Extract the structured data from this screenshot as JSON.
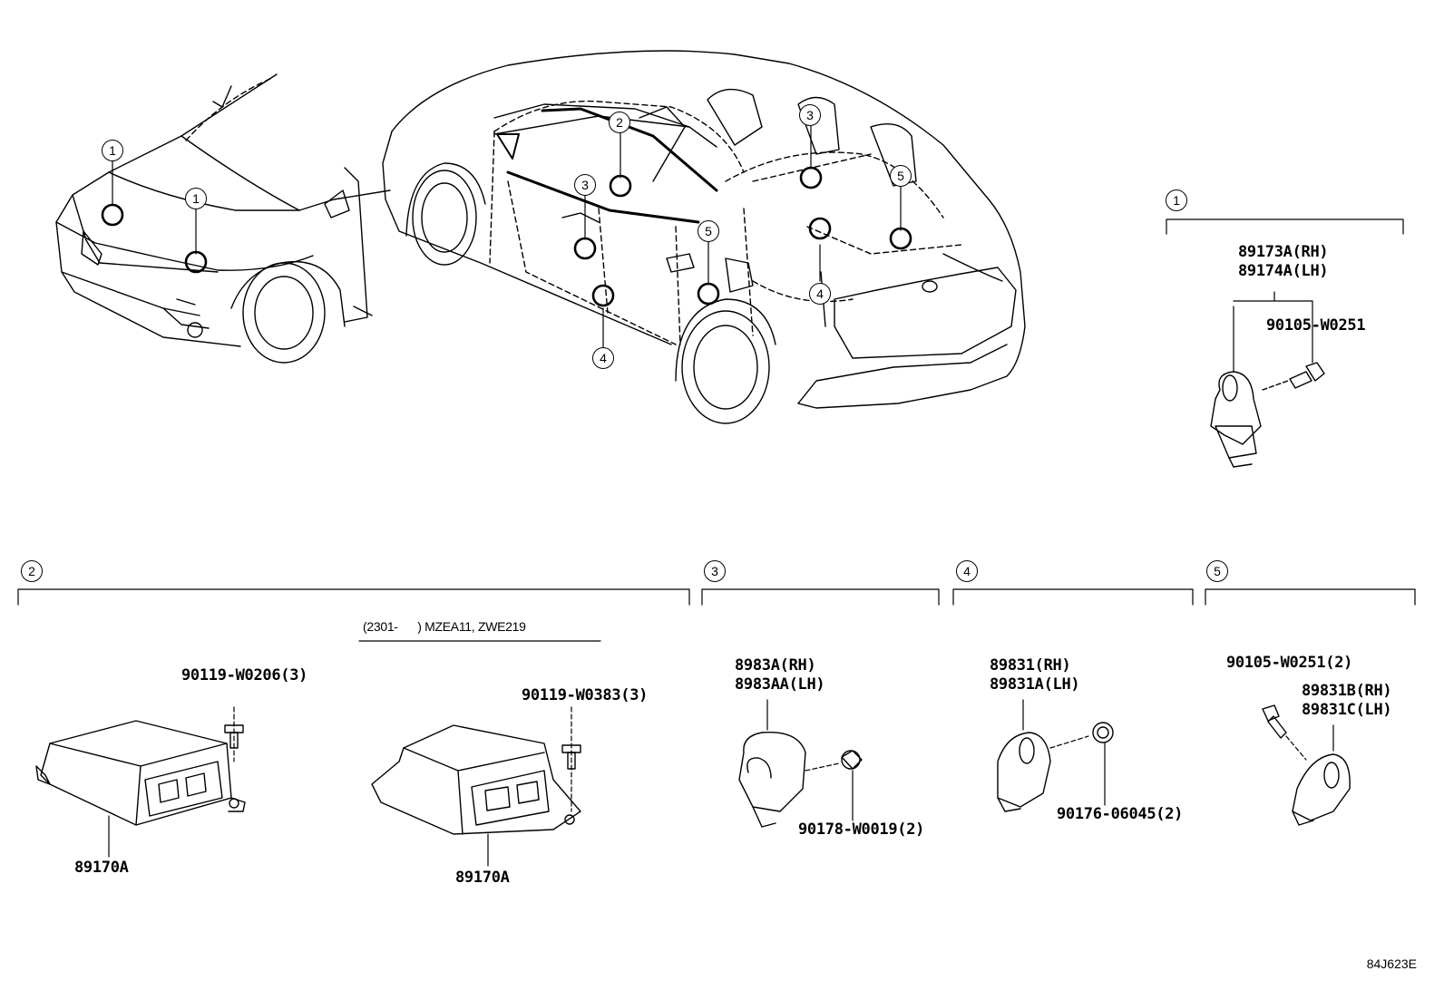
{
  "diagram_code": "84J623E",
  "callouts": {
    "c1": "1",
    "c2": "2",
    "c3": "3",
    "c4": "4",
    "c5": "5"
  },
  "group1": {
    "parts": [
      "89173A(RH)",
      "89174A(LH)"
    ],
    "bolt": "90105-W0251"
  },
  "group2": {
    "condition_note": "(2301-      ) MZEA11, ZWE219",
    "left_bolt": "90119-W0206(3)",
    "left_part": "89170A",
    "right_bolt": "90119-W0383(3)",
    "right_part": "89170A"
  },
  "group3": {
    "parts": [
      "8983A(RH)",
      "8983AA(LH)"
    ],
    "clip": "90178-W0019(2)"
  },
  "group4": {
    "parts": [
      "89831(RH)",
      "89831A(LH)"
    ],
    "clip": "90176-06045(2)"
  },
  "group5": {
    "bolt": "90105-W0251(2)",
    "parts": [
      "89831B(RH)",
      "89831C(LH)"
    ]
  }
}
